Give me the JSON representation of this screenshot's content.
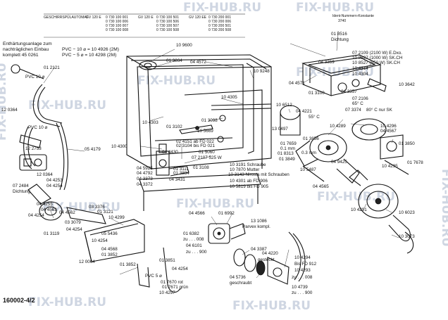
{
  "header": {
    "title": "GESCHIRRSPÜLAUTOMAT",
    "models": [
      {
        "model": "GV 120 E",
        "codes": [
          "0 730 100 001",
          "0 730 100 006",
          "0 730 100 007",
          "0 730 100 008"
        ]
      },
      {
        "model": "GV 120 E",
        "codes": [
          "0 730 100 501",
          "0 730 100 506",
          "0 730 100 507",
          "0 730 100 508"
        ]
      },
      {
        "model": "GV 120 EE",
        "codes": [
          "0 730 200 001",
          "0 730 200 006",
          "0 730 200 501",
          "0 730 200 508"
        ]
      }
    ],
    "ident": "Ident-Nummern-Konstante",
    "ident_value": "3740"
  },
  "notes": {
    "install_line1": "Enthärtungsanlage zum",
    "install_line2": "nachträglichen Einbau",
    "install_line3": "komplett 45 0261",
    "pvc10": "PVC − 10 ⌀ = 10 4926 (2M)",
    "pvc5": "PVC − 5 ⌀ = 10 4298 (2M)"
  },
  "doc_id": "160002-4/2",
  "watermark": "FIX-HUB.RU",
  "colors": {
    "line": "#111111",
    "watermark": "#cfd6e2"
  },
  "labels": [
    "10 9600",
    "01 3864",
    "04 4572",
    "10 9248",
    "01 2121",
    "PVC 10 ⌀",
    "12 0364",
    "PVC 10 ⌀",
    "12 2753",
    "10 4303",
    "10 4305",
    "01 3098",
    "01 3102",
    "10 5669",
    "05 4179",
    "10 4300",
    "02 4151 ab FD 022",
    "02 3104 bis FD 021",
    "04 4430",
    "01 5060",
    "07 2107 525 W",
    "04 5925",
    "01 3111",
    "01 3108",
    "04 4792",
    "01 3884",
    "04 3373",
    "04 3431",
    "04 3372",
    "12 0364",
    "07 2484",
    "Dichtung",
    "04 4253",
    "04 4254",
    "04 4255",
    "04 4563",
    "04 4254",
    "04 4562",
    "03 3376",
    "01 3121",
    "10 4299",
    "03 3079",
    "04 4254",
    "01 3119",
    "05 5436",
    "10 4254",
    "04 4568",
    "01 3852",
    "12 0064",
    "01 3852",
    "01 3851",
    "04 4254",
    "PVC 5 ⌀",
    "01 7670 rot",
    "01 7671 grün",
    "10 4297",
    "04 4566",
    "01 6992",
    "13 1086",
    "Parvex kompl.",
    "01 6382",
    "zu . . . 008",
    "04 6101",
    "zu . . . 900",
    "04 3387",
    "04 4220",
    "gesteckt",
    "04 5736",
    "geschraubt",
    "10 4294",
    "Bis FD 912",
    "10 4293",
    "zu . . . 008",
    "10 4739",
    "zu . . . 900",
    "10 3191 Schraube",
    "10 7870 Mutter",
    "10 3143 Nirosta mit Schrauben",
    "10 4301 ab FD 906",
    "10 5819 bis FD 905",
    "01 8516",
    "Dichtung",
    "07 2109 (2100 W) E.Dxo.",
    "10 8527 (1000 W) SK.CH",
    "10 8527 (850 W) SK.CH",
    "10 4314",
    "10 4304",
    "04 3359",
    "04 4571",
    "01 3100",
    "04 3357",
    "07 2106",
    "65° C",
    "07 3374",
    "80° C nur SK",
    "10 3642",
    "10 6512",
    "04 4221",
    "55° C",
    "13 0497",
    "01 3856",
    "10 4289",
    "10 4296",
    "04 4567",
    "01 7659",
    "0.1 mm",
    "01 8313",
    "0.3 mm",
    "04 9425",
    "10 5487",
    "04 4565",
    "01 3849",
    "01 3850",
    "10 4295",
    "01 7678",
    "10 4291",
    "10 6023",
    "10 3073"
  ]
}
